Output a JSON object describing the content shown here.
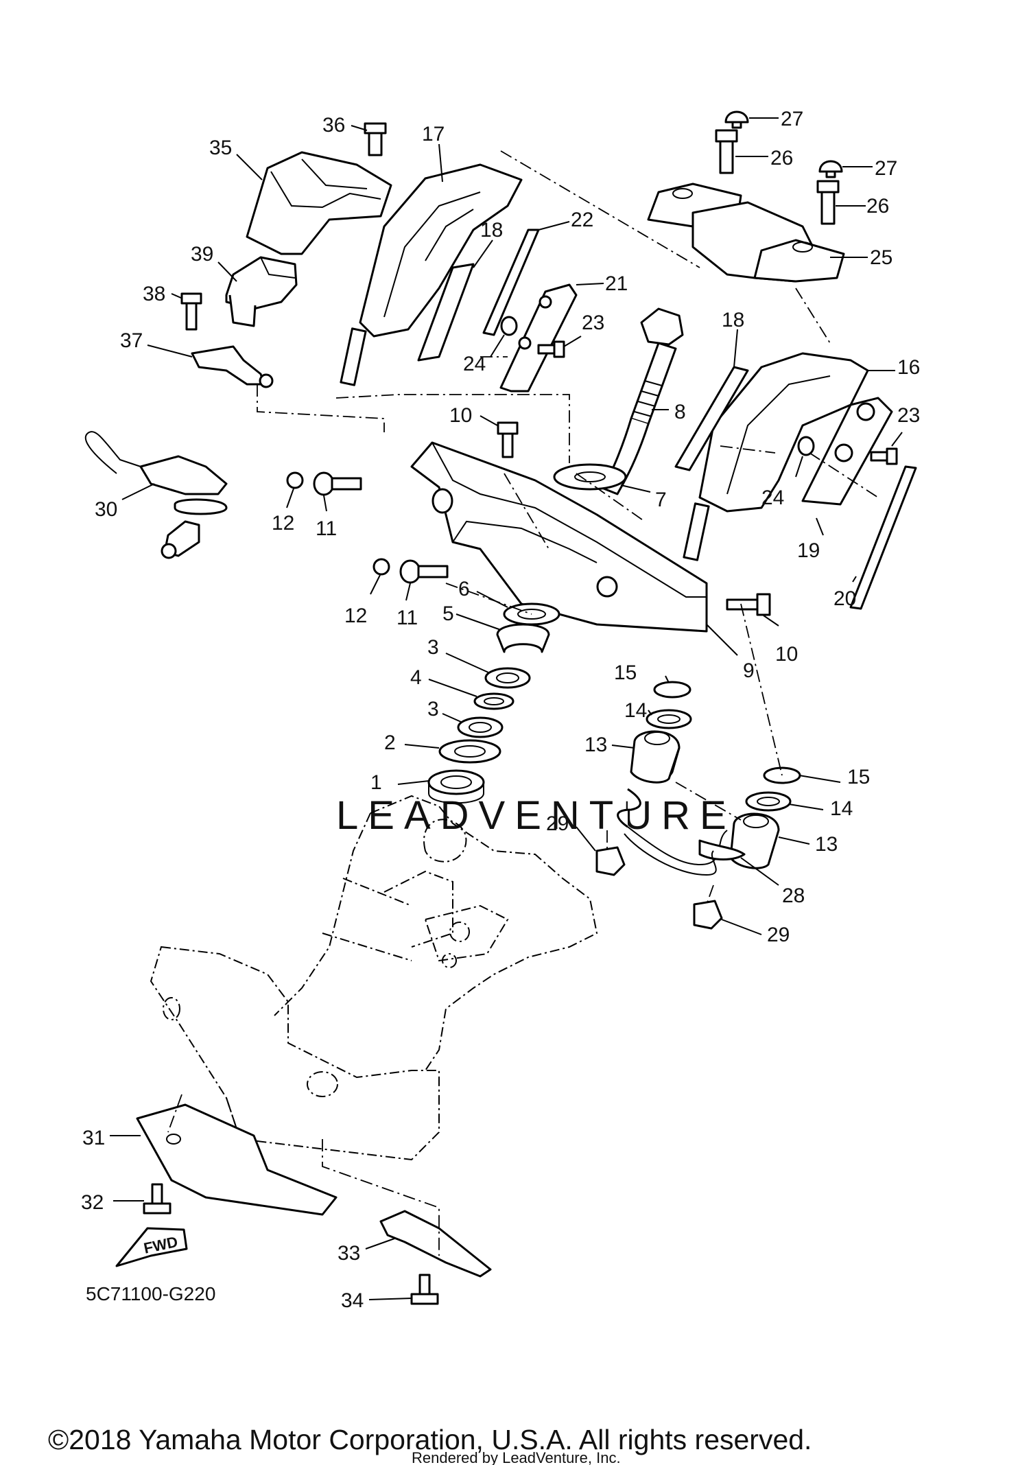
{
  "diagram": {
    "code": "5C71100-G220",
    "fwd_label": "FWD",
    "watermark": "LEADVENTURE",
    "copyright": "©2018 Yamaha Motor Corporation, U.S.A. All rights reserved.",
    "rendered_by": "Rendered by LeadVenture, Inc.",
    "callouts": [
      "1",
      "2",
      "3",
      "3",
      "4",
      "5",
      "6",
      "7",
      "8",
      "9",
      "10",
      "10",
      "11",
      "11",
      "12",
      "12",
      "13",
      "13",
      "14",
      "14",
      "15",
      "15",
      "16",
      "17",
      "18",
      "18",
      "19",
      "20",
      "21",
      "22",
      "23",
      "23",
      "24",
      "24",
      "25",
      "26",
      "26",
      "27",
      "27",
      "28",
      "29",
      "29",
      "30",
      "31",
      "32",
      "33",
      "34",
      "35",
      "36",
      "37",
      "38",
      "39"
    ]
  }
}
